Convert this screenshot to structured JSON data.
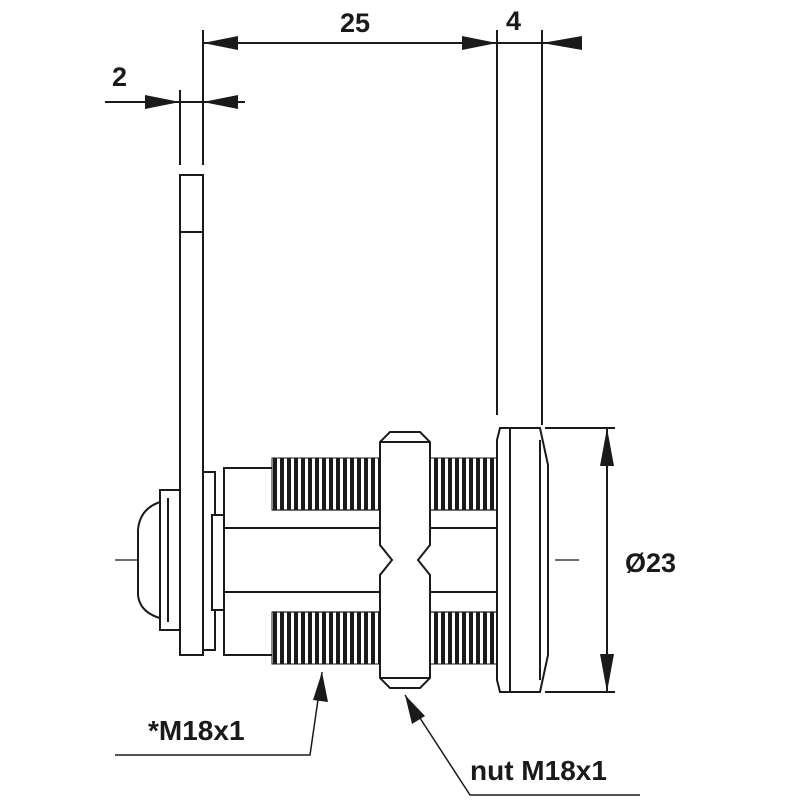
{
  "dimensions": {
    "lever_thickness": "2",
    "body_length": "25",
    "flange_thickness": "4",
    "flange_diameter": "Ø23"
  },
  "callouts": {
    "body_thread": "*M18x1",
    "nut_thread": "nut M18x1"
  },
  "colors": {
    "line": "#1a1a1a",
    "background": "#ffffff"
  }
}
